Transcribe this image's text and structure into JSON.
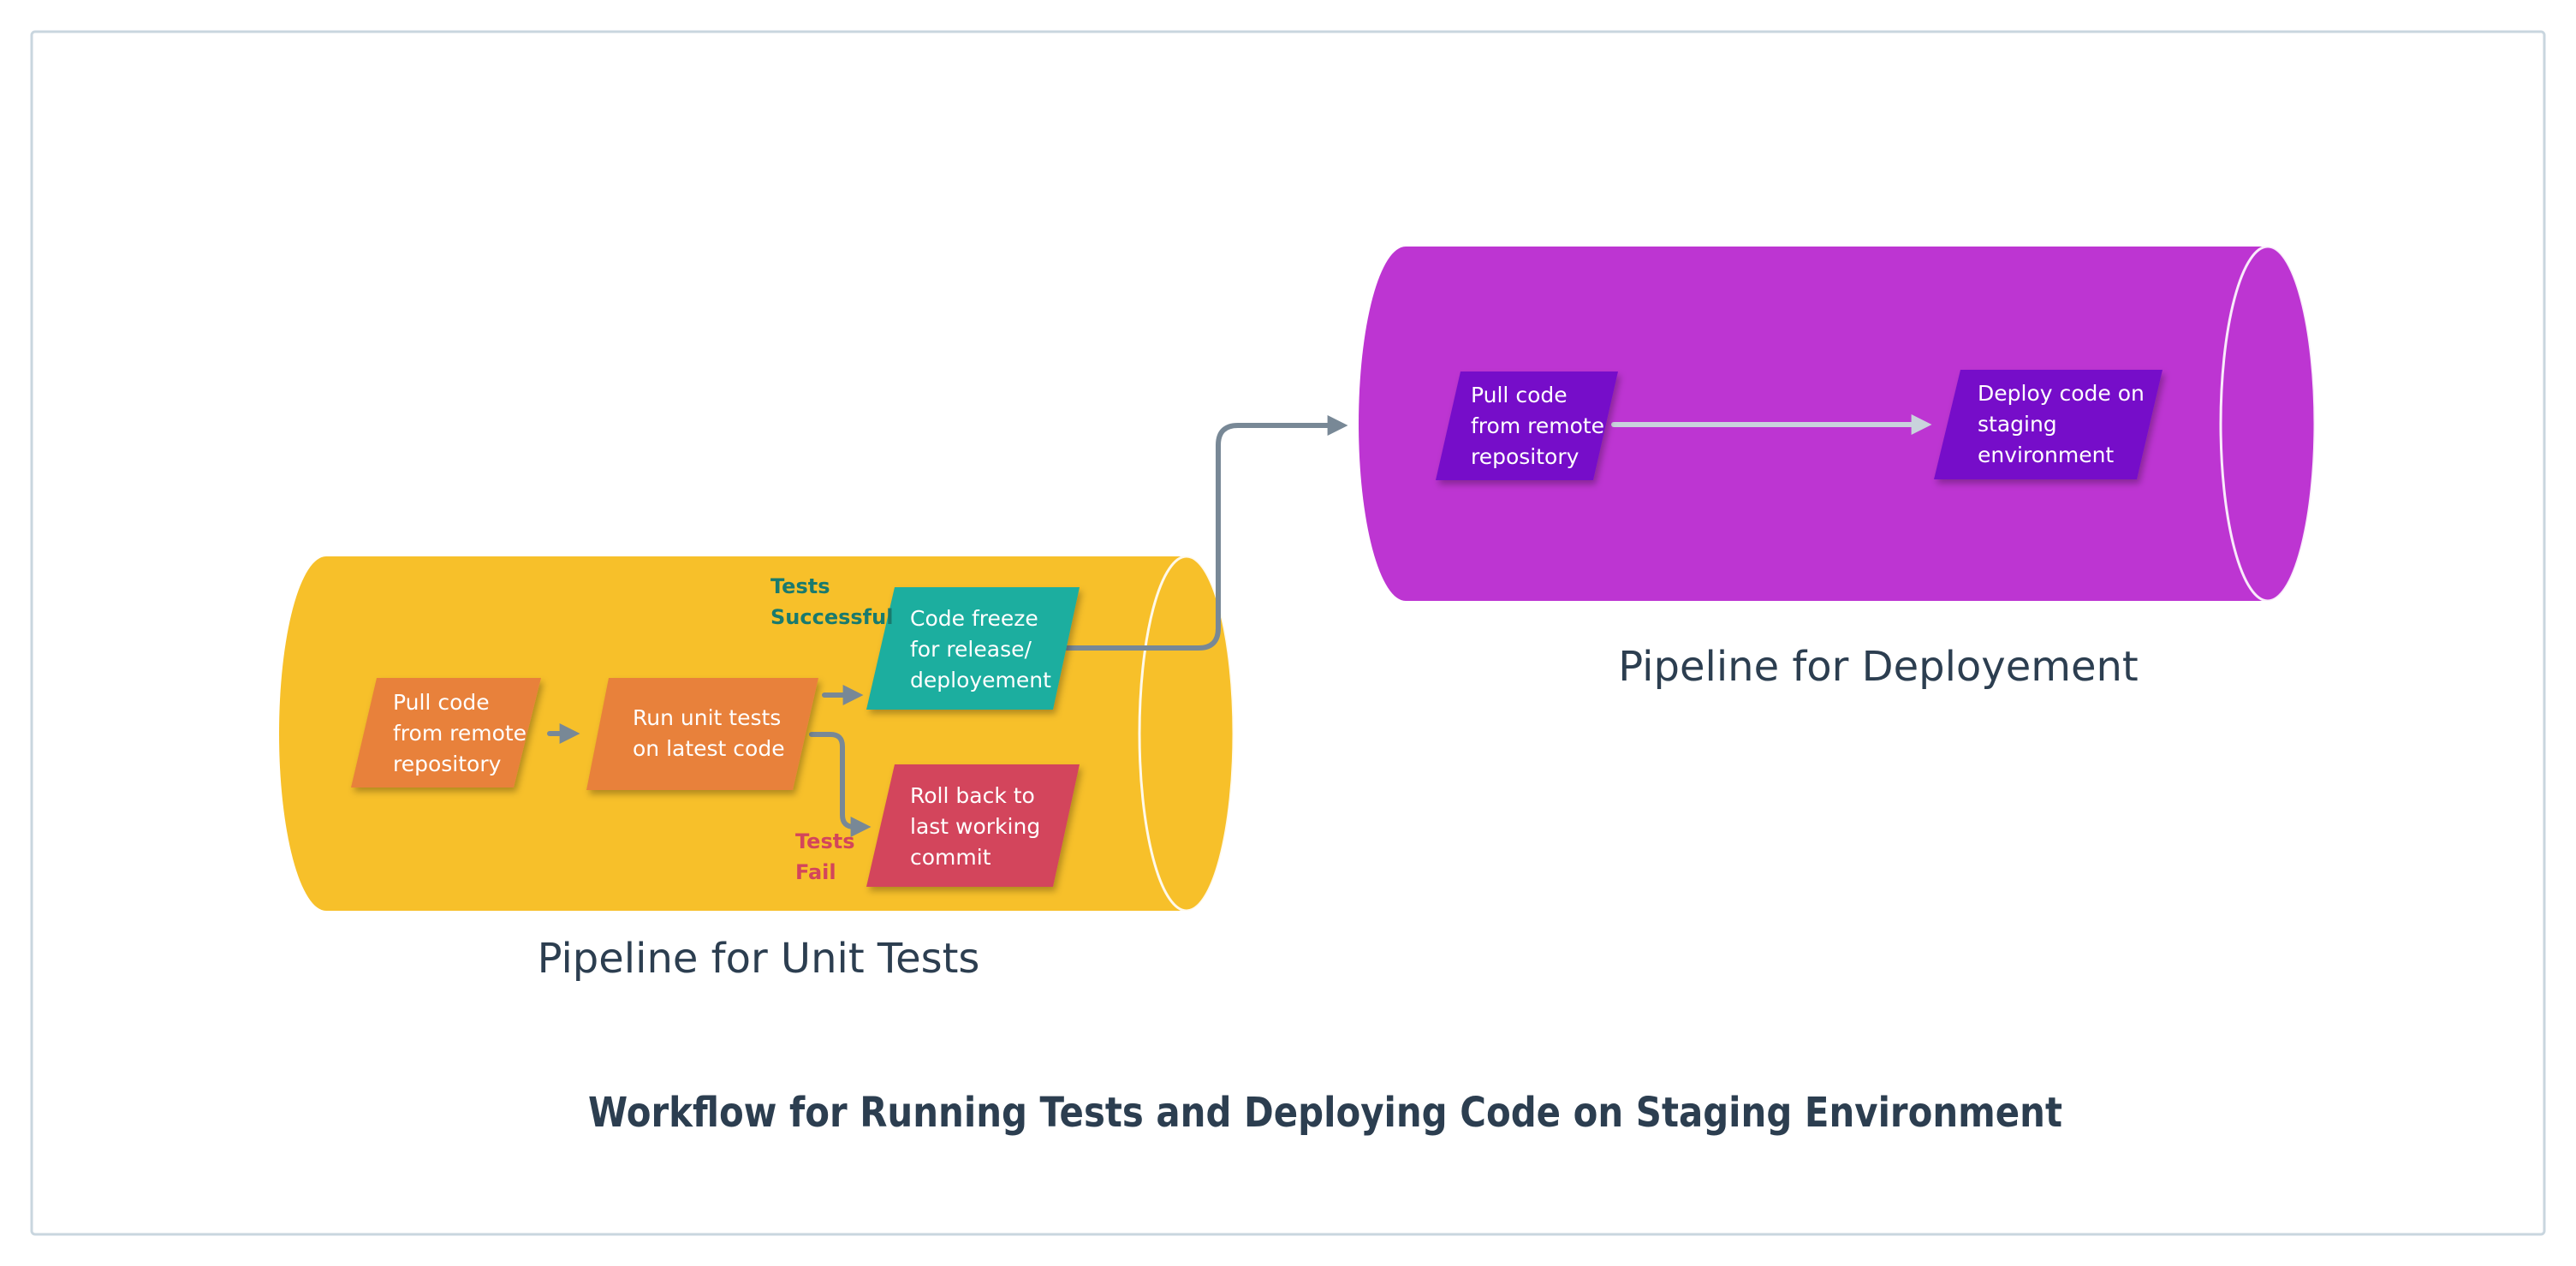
{
  "colors": {
    "frame": "#c9d6df",
    "unit_pipeline": "#f7c02a",
    "deploy_pipeline": "#bd35d2",
    "pull_unit": "#e8813a",
    "run_tests": "#e8813a",
    "code_freeze": "#1aae9f",
    "roll_back": "#d3455b",
    "deploy_nodes": "#7610c9",
    "connector": "#788896",
    "deploy_connector": "#c9d3dc",
    "success_label": "#197a6e",
    "fail_label": "#d3455b",
    "title": "#2c3e50"
  },
  "diagram": {
    "title": "Workflow for Running Tests and Deploying Code on Staging Environment",
    "unit_pipeline": {
      "label": "Pipeline for Unit Tests",
      "nodes": {
        "pull": [
          "Pull code",
          "from remote",
          "repository"
        ],
        "run": [
          "Run unit tests",
          "on latest code"
        ],
        "freeze": [
          "Code freeze",
          "for release/",
          "deployement"
        ],
        "rollback": [
          "Roll back to",
          "last working",
          "commit"
        ]
      },
      "success_label": [
        "Tests",
        "Successful"
      ],
      "fail_label": [
        "Tests",
        "Fail"
      ]
    },
    "deploy_pipeline": {
      "label": "Pipeline for Deployement",
      "nodes": {
        "pull": [
          "Pull code",
          "from remote",
          "repository"
        ],
        "deploy": [
          "Deploy code on",
          "staging",
          "environment"
        ]
      }
    }
  }
}
